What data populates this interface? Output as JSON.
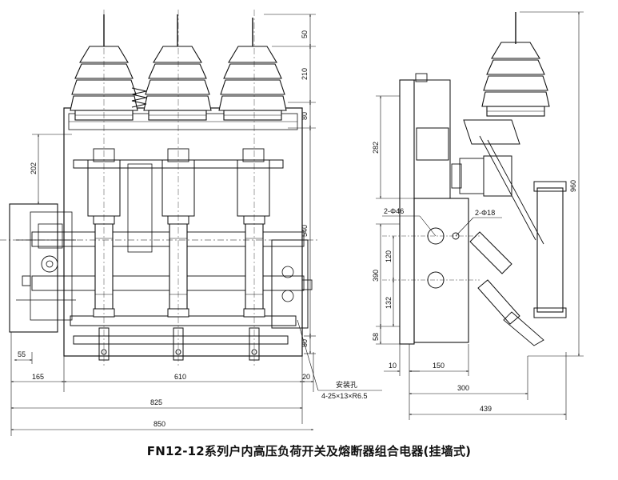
{
  "caption": "FN12-12系列户内高压负荷开关及熔断器组合电器(挂墙式)",
  "front_view": {
    "dims": {
      "d50": "50",
      "d210": "210",
      "d80a": "80",
      "d540": "540",
      "d80b": "80",
      "d202": "202",
      "d55": "55",
      "d165": "165",
      "d610": "610",
      "d20": "20",
      "d825": "825",
      "d850": "850"
    },
    "mounting_hole_label": "安装孔",
    "mounting_hole_spec": "4-25×13×R6.5"
  },
  "side_view": {
    "dims": {
      "d282": "282",
      "d960": "960",
      "d390": "390",
      "d120": "120",
      "d132": "132",
      "d58": "58",
      "d10": "10",
      "d150": "150",
      "d300": "300",
      "d439": "439"
    },
    "hole_a": "2-Φ46",
    "hole_b": "2-Φ18"
  }
}
